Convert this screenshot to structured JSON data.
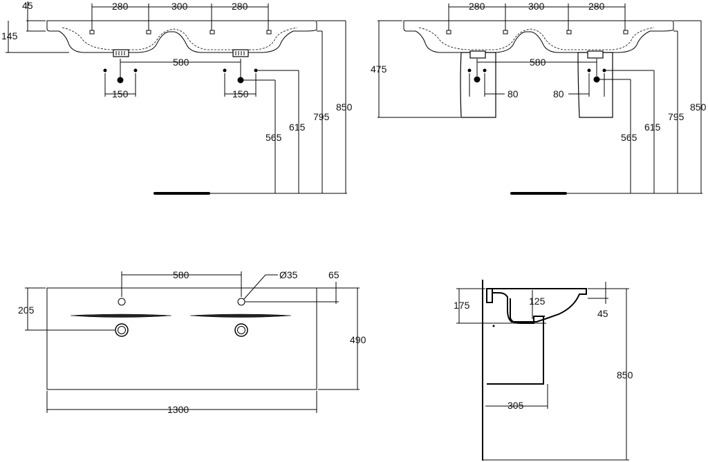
{
  "top_left": {
    "dims": {
      "d45": "45",
      "d145": "145",
      "d280a": "280",
      "d300": "300",
      "d280b": "280",
      "d580": "580",
      "d150a": "150",
      "d150b": "150",
      "d565": "565",
      "d615": "615",
      "d795": "795",
      "d850": "850"
    }
  },
  "top_right": {
    "dims": {
      "d475": "475",
      "d280a": "280",
      "d300": "300",
      "d280b": "280",
      "d580": "580",
      "d80a": "80",
      "d80b": "80",
      "d565": "565",
      "d615": "615",
      "d795": "795",
      "d850": "850"
    }
  },
  "plan_view": {
    "dims": {
      "d580": "580",
      "d35": "Ø35",
      "d65": "65",
      "d205": "205",
      "d490": "490",
      "d1300": "1300"
    }
  },
  "side_view": {
    "dims": {
      "d175": "175",
      "d125": "125",
      "d45": "45",
      "d850": "850",
      "d305": "305"
    }
  }
}
